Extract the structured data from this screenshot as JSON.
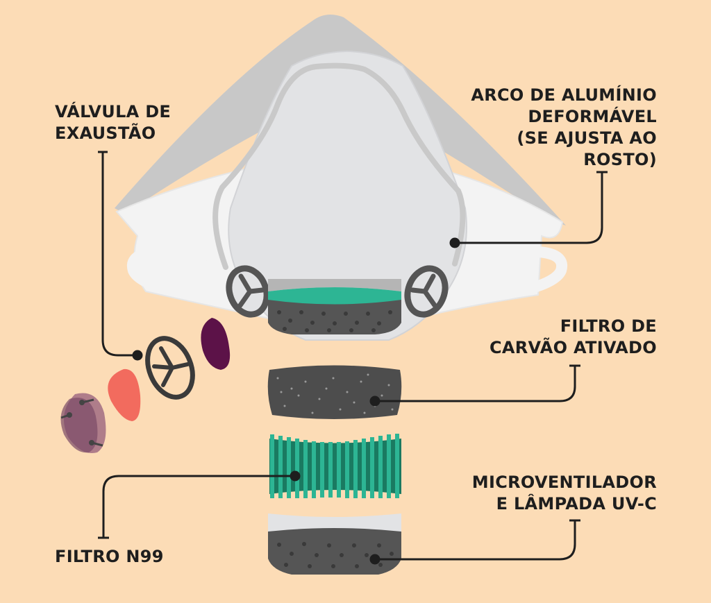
{
  "labels": {
    "valve": [
      "VÁLVULA DE",
      "EXAUSTÃO"
    ],
    "arc": [
      "ARCO DE ALUMÍNIO",
      "DEFORMÁVEL",
      "(SE AJUSTA AO",
      "ROSTO)"
    ],
    "carbon": [
      "FILTRO DE",
      "CARVÃO ATIVADO"
    ],
    "n99": [
      "FILTRO N99"
    ],
    "fan": [
      "MICROVENTILADOR",
      "E LÂMPADA UV-C"
    ]
  },
  "colors": {
    "background": "#fcdcb6",
    "mask_white": "#f3f3f3",
    "mask_gray": "#c8c8c8",
    "frame_gray": "#e2e3e5",
    "teal": "#2db594",
    "teal_dark": "#1a7a61",
    "charcoal": "#555555",
    "valve_coral": "#f26b5e",
    "valve_purple": "#5c1248",
    "valve_mauve": "#9b6580",
    "leader_line": "#1e1e1e"
  }
}
